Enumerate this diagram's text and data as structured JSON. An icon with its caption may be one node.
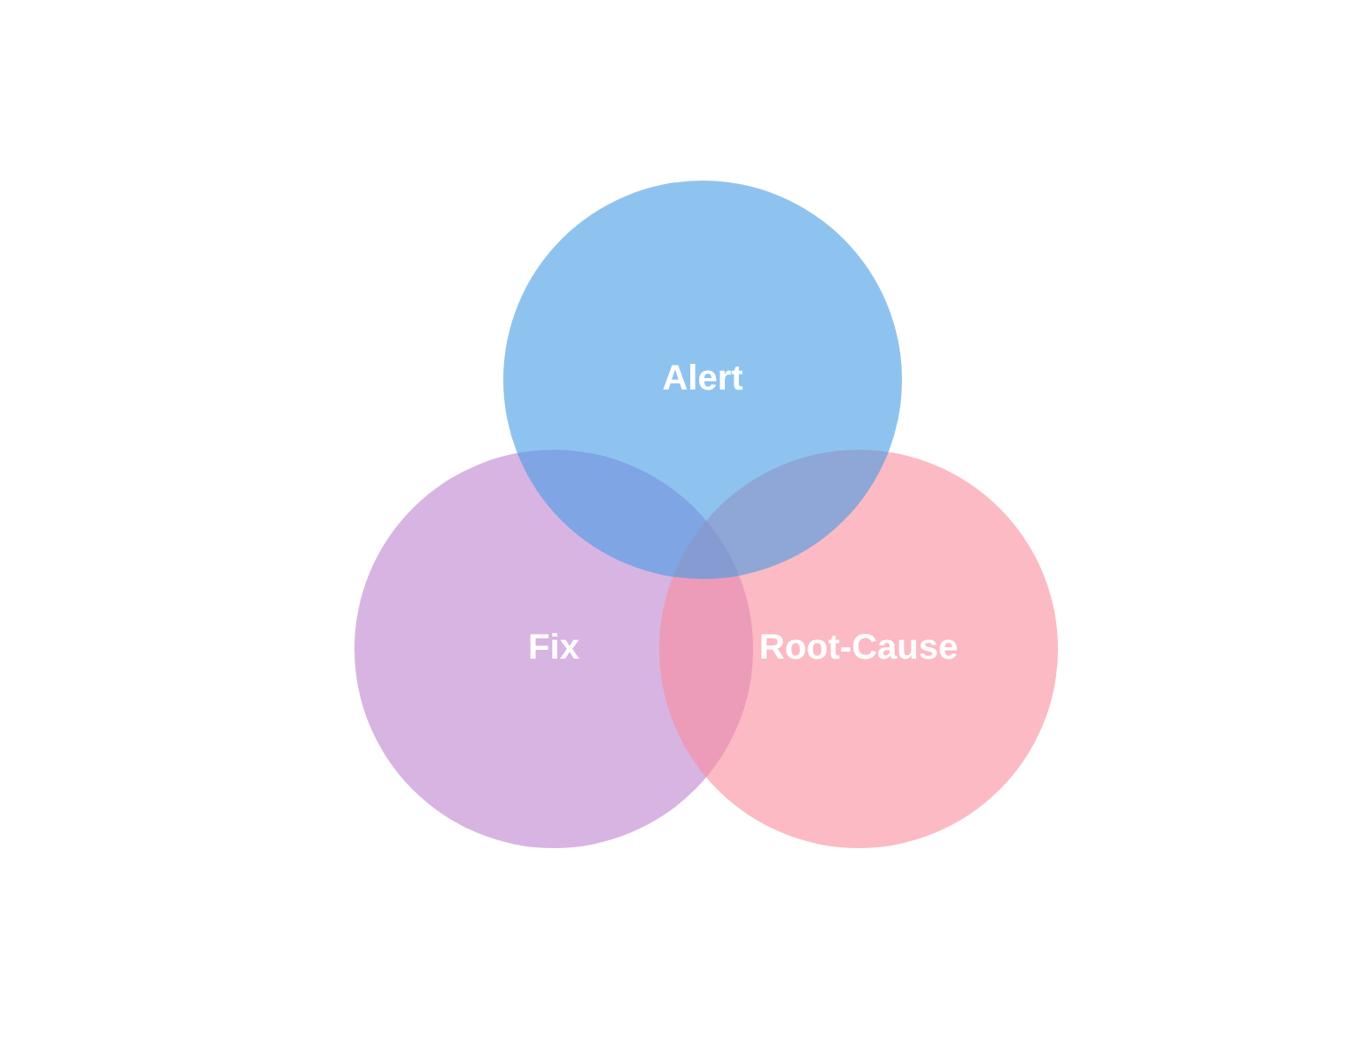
{
  "diagram": {
    "nodes": [
      {
        "text": [
          "Alert"
        ]
      },
      {
        "text": [
          "Fix"
        ]
      },
      {
        "text": [
          "Root-Cause"
        ]
      }
    ]
  }
}
